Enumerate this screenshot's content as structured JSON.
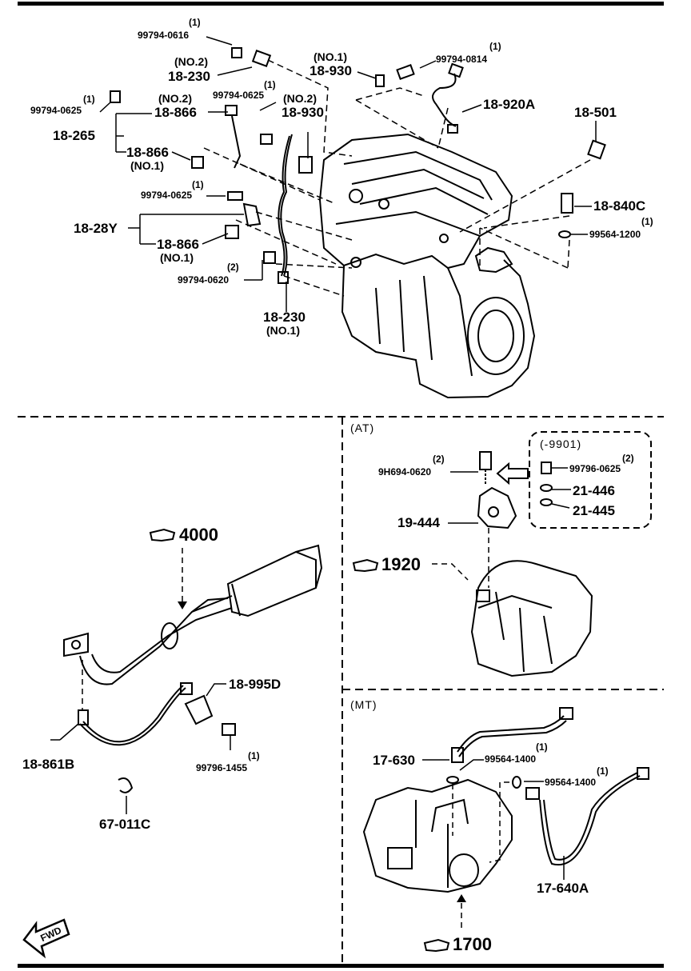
{
  "top": {
    "labels": [
      {
        "id": "q1",
        "text": "(1)"
      },
      {
        "id": "p1",
        "text": "99794-0616"
      },
      {
        "id": "no2a",
        "text": "(NO.2)"
      },
      {
        "id": "p2",
        "text": "18-230"
      },
      {
        "id": "no1a",
        "text": "(NO.1)"
      },
      {
        "id": "p3",
        "text": "18-930"
      },
      {
        "id": "q2",
        "text": "(1)"
      },
      {
        "id": "p4",
        "text": "99794-0814"
      },
      {
        "id": "q3",
        "text": "(1)"
      },
      {
        "id": "p5",
        "text": "99794-0625"
      },
      {
        "id": "no2b",
        "text": "(NO.2)"
      },
      {
        "id": "p6",
        "text": "18-866"
      },
      {
        "id": "q4",
        "text": "(1)"
      },
      {
        "id": "p7",
        "text": "99794-0625"
      },
      {
        "id": "no2c",
        "text": "(NO.2)"
      },
      {
        "id": "p8",
        "text": "18-930"
      },
      {
        "id": "p9",
        "text": "18-920A"
      },
      {
        "id": "p10",
        "text": "18-501"
      },
      {
        "id": "p11",
        "text": "18-265"
      },
      {
        "id": "p12",
        "text": "18-866"
      },
      {
        "id": "no1b",
        "text": "(NO.1)"
      },
      {
        "id": "q5",
        "text": "(1)"
      },
      {
        "id": "p13",
        "text": "99794-0625"
      },
      {
        "id": "p14",
        "text": "18-840C"
      },
      {
        "id": "q6",
        "text": "(1)"
      },
      {
        "id": "p15",
        "text": "99564-1200"
      },
      {
        "id": "p16",
        "text": "18-28Y"
      },
      {
        "id": "p17",
        "text": "18-866"
      },
      {
        "id": "no1c",
        "text": "(NO.1)"
      },
      {
        "id": "q7",
        "text": "(2)"
      },
      {
        "id": "p18",
        "text": "99794-0620"
      },
      {
        "id": "p19",
        "text": "18-230"
      },
      {
        "id": "no1d",
        "text": "(NO.1)"
      }
    ]
  },
  "exhaust": {
    "ref": "4000",
    "labels": [
      {
        "id": "e1",
        "text": "18-995D"
      },
      {
        "id": "e2",
        "text": "18-861B"
      },
      {
        "id": "e3",
        "text": "(1)"
      },
      {
        "id": "e4",
        "text": "99796-1455"
      },
      {
        "id": "e5",
        "text": "67-011C"
      }
    ]
  },
  "at": {
    "section": "(AT)",
    "range": "(-9901)",
    "ref": "1920",
    "labels": [
      {
        "id": "a1",
        "text": "(2)"
      },
      {
        "id": "a2",
        "text": "9H694-0620"
      },
      {
        "id": "a3",
        "text": "19-444"
      },
      {
        "id": "a4",
        "text": "(2)"
      },
      {
        "id": "a5",
        "text": "99796-0625"
      },
      {
        "id": "a6",
        "text": "21-446"
      },
      {
        "id": "a7",
        "text": "21-445"
      }
    ]
  },
  "mt": {
    "section": "(MT)",
    "ref": "1700",
    "labels": [
      {
        "id": "m1",
        "text": "17-630"
      },
      {
        "id": "m2",
        "text": "(1)"
      },
      {
        "id": "m3",
        "text": "99564-1400"
      },
      {
        "id": "m4",
        "text": "(1)"
      },
      {
        "id": "m5",
        "text": "99564-1400"
      },
      {
        "id": "m6",
        "text": "17-640A"
      }
    ]
  },
  "fwd": "FWD"
}
